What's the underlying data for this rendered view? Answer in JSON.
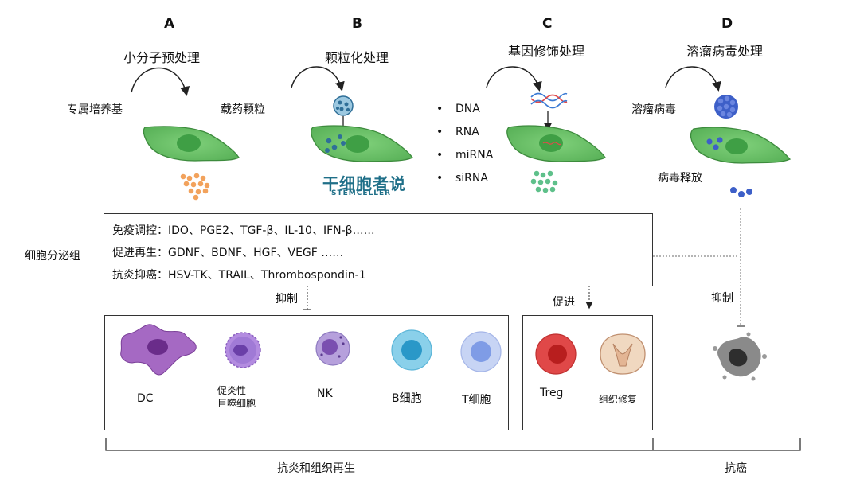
{
  "panels": [
    {
      "letter": "A",
      "title": "小分子预处理",
      "left_label": "专属培养基",
      "right_label": "载药颗粒"
    },
    {
      "letter": "B",
      "title": "颗粒化处理"
    },
    {
      "letter": "C",
      "title": "基因修饰处理",
      "items": [
        "DNA",
        "RNA",
        "miRNA",
        "siRNA"
      ]
    },
    {
      "letter": "D",
      "title": "溶瘤病毒处理",
      "left_label": "溶瘤病毒",
      "release_label": "病毒释放"
    }
  ],
  "watermark": {
    "main": "干细胞者说",
    "sub": "STEMCELLER"
  },
  "secretome": {
    "label": "细胞分泌组",
    "rows": [
      "免疫调控：IDO、PGE2、TGF-β、IL-10、IFN-β……",
      "促进再生：GDNF、BDNF、HGF、VEGF ……",
      "抗炎抑癌：HSV-TK、TRAIL、Thrombospondin-1"
    ]
  },
  "arrows": {
    "inhibit_left": "抑制",
    "promote": "促进",
    "inhibit_right": "抑制"
  },
  "immune_cells": [
    "DC",
    "促炎性\n巨噬细胞",
    "NK",
    "B细胞",
    "T细胞"
  ],
  "promoted": [
    "Treg",
    "组织修复"
  ],
  "brackets": {
    "left": "抗炎和组织再生",
    "right": "抗癌"
  },
  "colors": {
    "cell_green": "#6cc26a",
    "nucleus": "#4aa64e",
    "dc_purple": "#9b5fb5",
    "treg_red": "#d83a3a",
    "b_blue": "#3aa7d4",
    "t_blue": "#8aa8e8"
  }
}
